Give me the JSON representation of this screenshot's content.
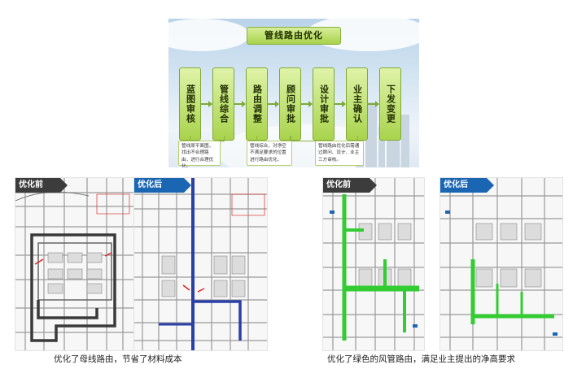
{
  "flow": {
    "title": "管线路由优化",
    "steps": [
      "蓝图审核",
      "管线综合",
      "路由调整",
      "顾问审批",
      "设计审批",
      "业主确认",
      "下发变更"
    ],
    "notes": [
      "管线原平面图，找出不合理路由，进行合理优化。",
      "管线综合，对净空不满足要求的位置进行路由优化。",
      "管线路由优化后需通过顾问、设计、业主三方审核。"
    ]
  },
  "left": {
    "before_label": "优化前",
    "after_label": "优化后",
    "caption": "优化了母线路由，节省了材料成本"
  },
  "right": {
    "before_label": "优化前",
    "after_label": "优化后",
    "caption": "优化了绿色的风管路由，满足业主提出的净高要求"
  },
  "colors": {
    "step_fill": "#b5d95c",
    "busbar": "#3a3a3a",
    "busbar_after": "#2a3fa8",
    "duct": "#33cc33",
    "accent_blue": "#1a66b3",
    "marker_red": "#e02020"
  }
}
